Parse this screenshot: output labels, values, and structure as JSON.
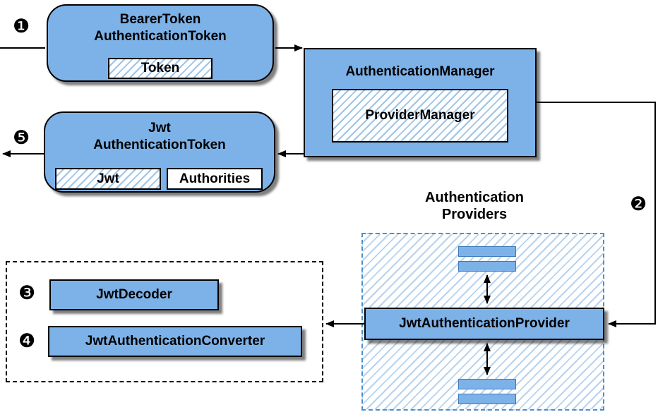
{
  "steps": {
    "one": "❶",
    "two": "❷",
    "three": "❸",
    "four": "❹",
    "five": "❺"
  },
  "bearer": {
    "line1": "BearerToken",
    "line2": "AuthenticationToken",
    "token": "Token"
  },
  "manager": {
    "title": "AuthenticationManager",
    "inner": "ProviderManager"
  },
  "jwt": {
    "line1": "Jwt",
    "line2": "AuthenticationToken",
    "jwt": "Jwt",
    "authorities": "Authorities"
  },
  "providers": {
    "line1": "Authentication",
    "line2": "Providers"
  },
  "provider": {
    "title": "JwtAuthenticationProvider"
  },
  "decoder": {
    "title": "JwtDecoder"
  },
  "converter": {
    "title": "JwtAuthenticationConverter"
  },
  "colors": {
    "box_fill": "#7DB2E8",
    "hatch_line": "#9DC4EA",
    "dashed_blue_border": "#4E8ECB",
    "border": "#000000"
  }
}
